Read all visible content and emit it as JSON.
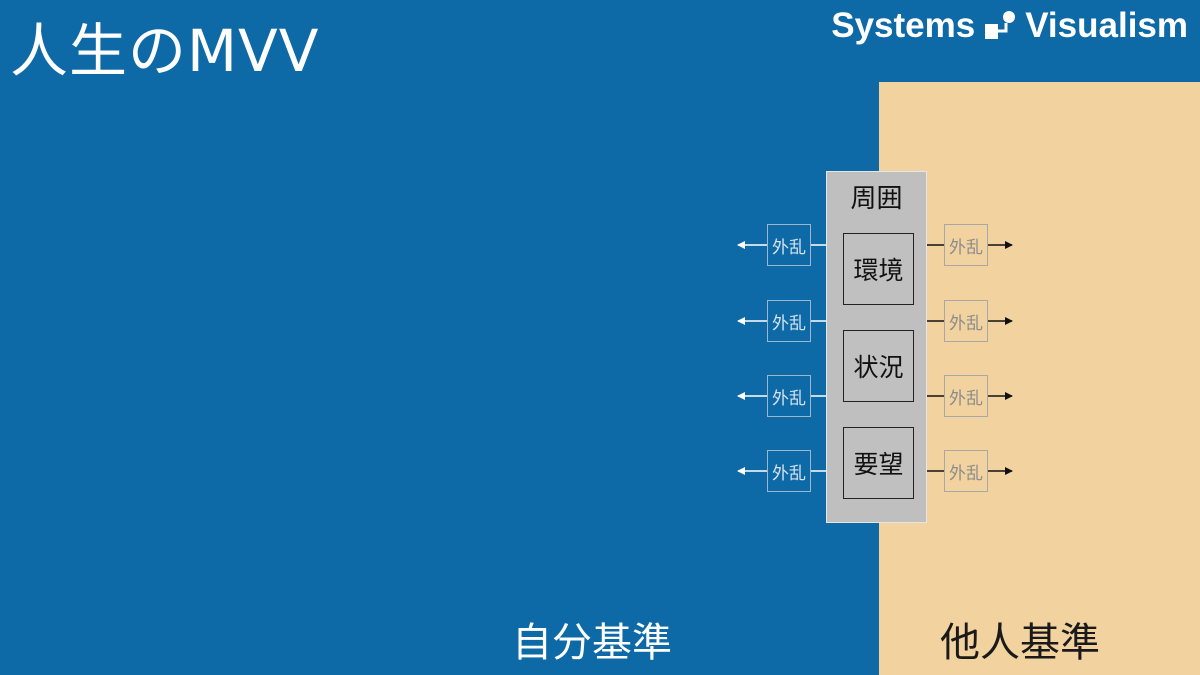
{
  "slide": {
    "title": "人生のMVV"
  },
  "brand": {
    "left_word": "Systems",
    "right_word": "Visualism"
  },
  "environment": {
    "title": "周囲",
    "factors": [
      "環境",
      "状況",
      "要望"
    ]
  },
  "disturbance_label": "外乱",
  "zones": {
    "self": "自分基準",
    "others": "他人基準"
  },
  "colors": {
    "background": "#0e6aa7",
    "others_zone": "#f2d39f",
    "environment_box": "#bfbfbf"
  }
}
